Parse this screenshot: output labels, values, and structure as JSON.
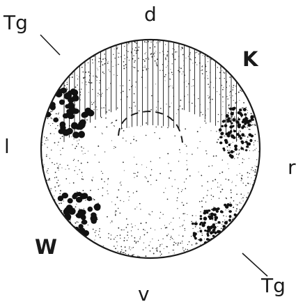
{
  "labels": {
    "tg_top": "Tg",
    "dorsal": "d",
    "k": "K",
    "left": "l",
    "right": "r",
    "w": "W",
    "ventral": "v",
    "tg_bottom": "Tg"
  }
}
